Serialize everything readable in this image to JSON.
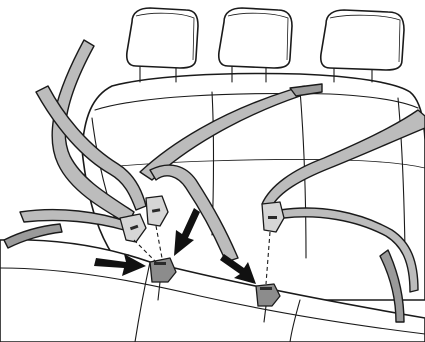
{
  "figure": {
    "subject": "rear-bench-seat-belt-buckles",
    "seat_positions": [
      "left",
      "center",
      "right"
    ],
    "headrest_count": 3,
    "connection_arrow_count": 3,
    "colors": {
      "line": "#1a1a1a",
      "belt": "#bcbcbc",
      "belt_shadow": "#9a9a9a",
      "buckle": "#8c8c8c",
      "metal": "#d6d6d6",
      "background": "#ffffff"
    }
  }
}
